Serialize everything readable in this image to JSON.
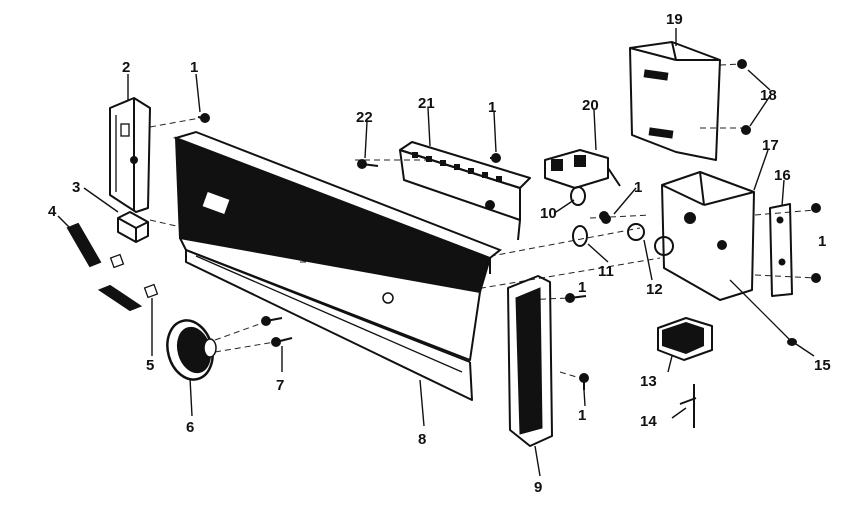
{
  "diagram": {
    "labels": {
      "p1a": "1",
      "p1b": "1",
      "p1c": "1",
      "p1d": "1",
      "p1e": "1",
      "p1f": "1",
      "p1g": "1",
      "p2": "2",
      "p3": "3",
      "p4": "4",
      "p5": "5",
      "p6": "6",
      "p7": "7",
      "p8": "8",
      "p9": "9",
      "p10": "10",
      "p11": "11",
      "p12": "12",
      "p13": "13",
      "p14": "14",
      "p15": "15",
      "p16": "16",
      "p17": "17",
      "p18": "18",
      "p19": "19",
      "p20": "20",
      "p21": "21",
      "p22": "22"
    },
    "colors": {
      "ink": "#111111",
      "background": "#ffffff"
    }
  }
}
